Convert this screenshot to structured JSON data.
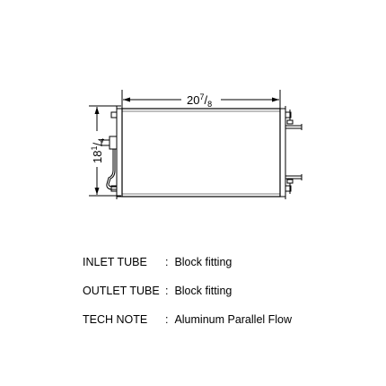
{
  "diagram": {
    "width_dimension": {
      "whole": "20",
      "num": "7",
      "den": "8"
    },
    "height_dimension": {
      "whole": "18",
      "num": "1",
      "den": "4"
    }
  },
  "specs": [
    {
      "label": "INLET TUBE",
      "sep": ":",
      "value": "Block fitting"
    },
    {
      "label": "OUTLET TUBE",
      "sep": ":",
      "value": "Block fitting"
    },
    {
      "label": "TECH NOTE",
      "sep": ":",
      "value": "Aluminum Parallel Flow"
    }
  ]
}
